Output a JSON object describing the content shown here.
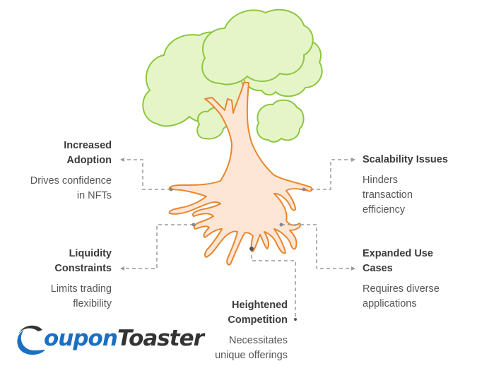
{
  "diagram": {
    "type": "tree-roots",
    "colors": {
      "canopy_fill": "#e6f5c8",
      "canopy_stroke": "#8cc63f",
      "trunk_fill": "#fde6d6",
      "trunk_stroke": "#e8862e",
      "connector": "#9a9a9a",
      "text_title": "#3a3a3a",
      "text_desc": "#555555"
    },
    "items": [
      {
        "id": "adoption",
        "title": "Increased Adoption",
        "title_lines": [
          "Increased",
          "Adoption"
        ],
        "description": "Drives confidence in NFTs",
        "desc_lines": [
          "Drives confidence",
          "in NFTs"
        ]
      },
      {
        "id": "scalability",
        "title": "Scalability Issues",
        "title_lines": [
          "Scalability Issues"
        ],
        "description": "Hinders transaction efficiency",
        "desc_lines": [
          "Hinders",
          "transaction",
          "efficiency"
        ]
      },
      {
        "id": "liquidity",
        "title": "Liquidity Constraints",
        "title_lines": [
          "Liquidity",
          "Constraints"
        ],
        "description": "Limits trading flexibility",
        "desc_lines": [
          "Limits trading",
          "flexibility"
        ]
      },
      {
        "id": "expanded",
        "title": "Expanded Use Cases",
        "title_lines": [
          "Expanded Use",
          "Cases"
        ],
        "description": "Requires diverse applications",
        "desc_lines": [
          "Requires diverse",
          "applications"
        ]
      },
      {
        "id": "competition",
        "title": "Heightened Competition",
        "title_lines": [
          "Heightened",
          "Competition"
        ],
        "description": "Necessitates unique offerings",
        "desc_lines": [
          "Necessitates",
          "unique offerings"
        ]
      }
    ]
  },
  "logo": {
    "name": "CouponToaster",
    "part_a": "oupon",
    "part_b": "Toaster",
    "color_blue": "#1a6fc4",
    "color_dark": "#333333"
  }
}
